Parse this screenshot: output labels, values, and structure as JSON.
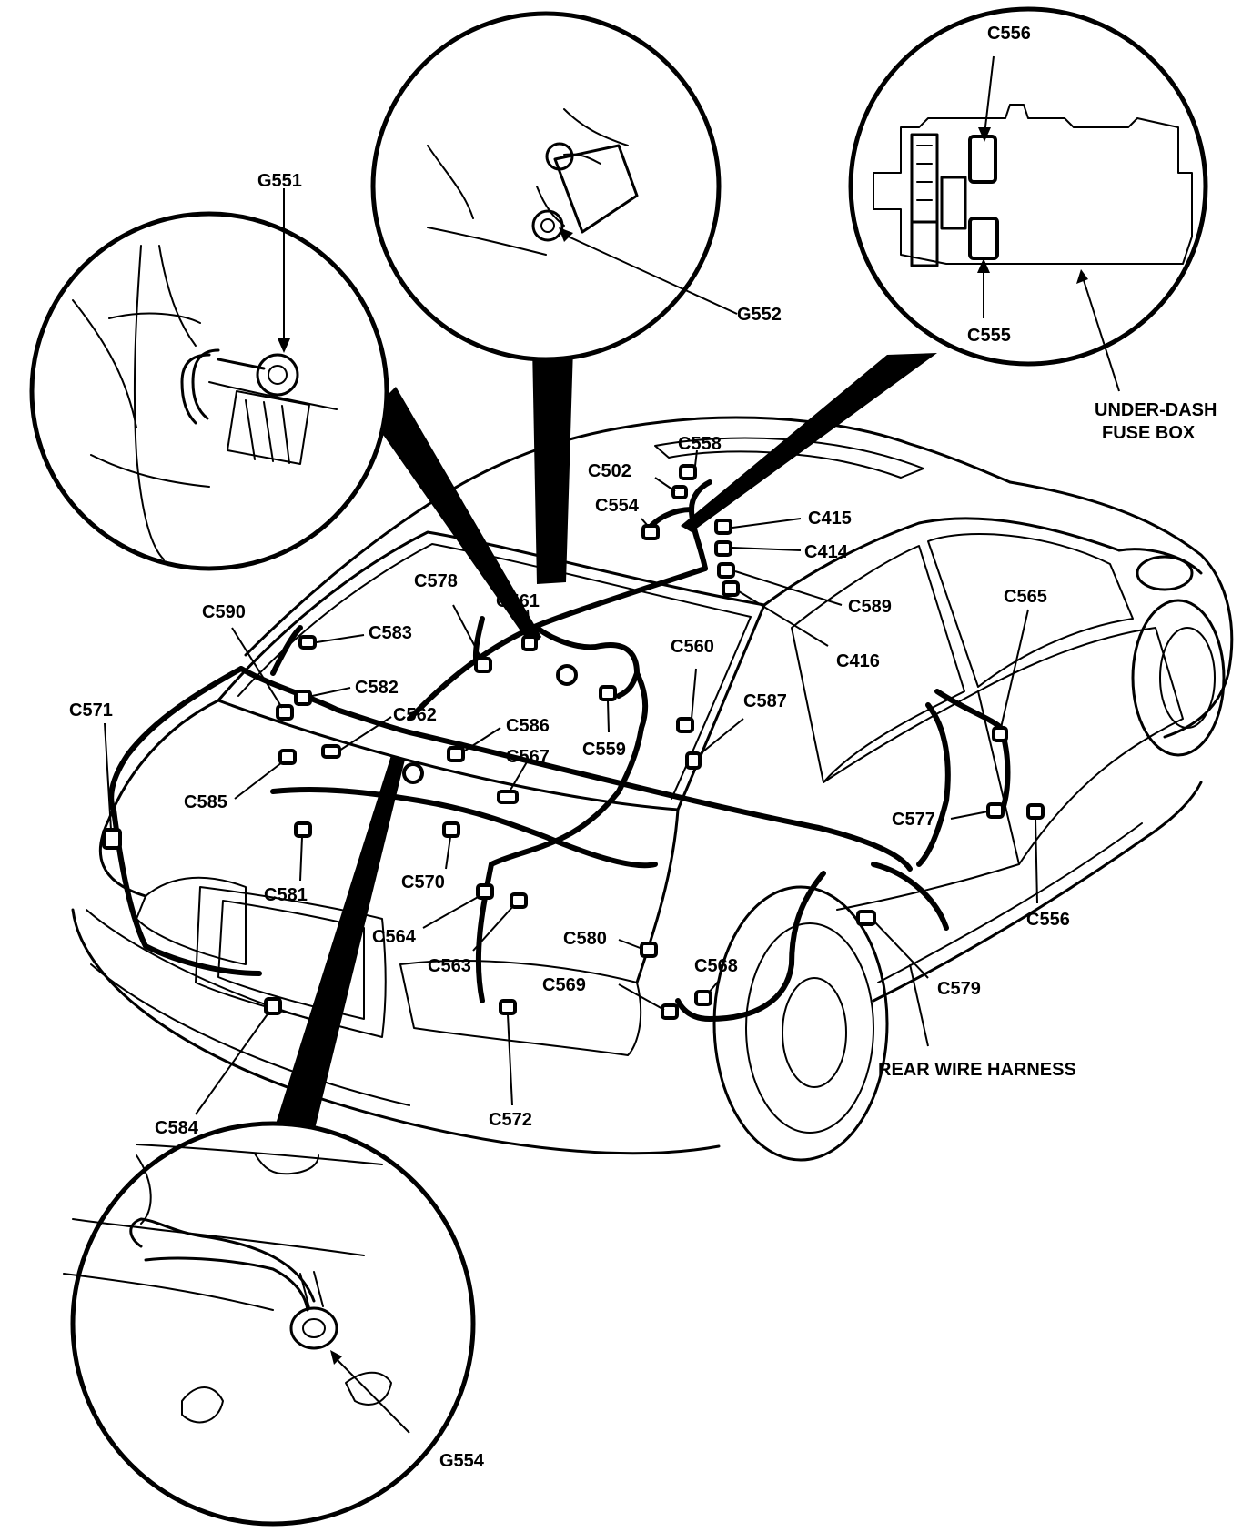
{
  "labels": {
    "g551": "G551",
    "g552": "G552",
    "g554": "G554",
    "c556_top": "C556",
    "c555": "C555",
    "underdash_1": "UNDER-DASH",
    "underdash_2": "FUSE BOX",
    "c558": "C558",
    "c502": "C502",
    "c554": "C554",
    "c415": "C415",
    "c414": "C414",
    "c589": "C589",
    "c416": "C416",
    "c578": "C578",
    "c561": "C561",
    "c590": "C590",
    "c583": "C583",
    "c582": "C582",
    "c562": "C562",
    "c571": "C571",
    "c586": "C586",
    "c567": "C567",
    "c560": "C560",
    "c559": "C559",
    "c587": "C587",
    "c565": "C565",
    "c585": "C585",
    "c577": "C577",
    "c556_side": "C556",
    "c581": "C581",
    "c570": "C570",
    "c564": "C564",
    "c563": "C563",
    "c580": "C580",
    "c568": "C568",
    "c569": "C569",
    "c579": "C579",
    "c584": "C584",
    "c572": "C572",
    "rear_harness": "REAR WIRE HARNESS"
  },
  "colors": {
    "ink": "#000000",
    "paper": "#ffffff"
  }
}
